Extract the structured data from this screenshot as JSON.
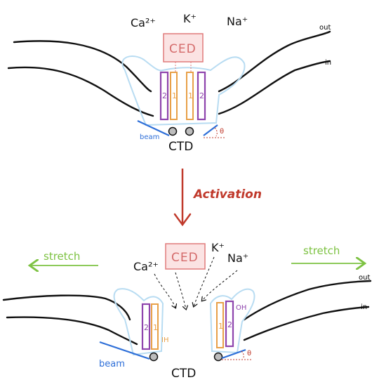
{
  "colors": {
    "membrane": "#111111",
    "ced_fill": "#fbe3e3",
    "ced_stroke": "#e07b7b",
    "ced_text": "#d46a6a",
    "helix_outer": "#8e44ad",
    "helix_inner": "#e8a048",
    "extracellular_outline": "#b8dcf2",
    "beam": "#2e6fd8",
    "stretch": "#7dc242",
    "activation": "#c0392b",
    "angle": "#c0392b"
  },
  "top": {
    "ions": [
      "Ca²⁺",
      "K⁺",
      "Na⁺"
    ],
    "ced_label": "CED",
    "ctd_label": "CTD",
    "beam_label": "beam",
    "angle_label": "θ",
    "membrane_out": "out",
    "membrane_in": "in",
    "helix_outer_label": "2",
    "helix_inner_label": "1"
  },
  "arrow": {
    "label": "Activation"
  },
  "bottom": {
    "ions": [
      "Ca²⁺",
      "K⁺",
      "Na⁺"
    ],
    "ced_label": "CED",
    "ctd_label": "CTD",
    "beam_label": "beam",
    "angle_label": "θ",
    "stretch_left": "stretch",
    "stretch_right": "stretch",
    "membrane_out": "out",
    "membrane_in": "in",
    "ih_label": "IH",
    "oh_label": "OH",
    "helix_outer_label": "2",
    "helix_inner_label": "1"
  }
}
